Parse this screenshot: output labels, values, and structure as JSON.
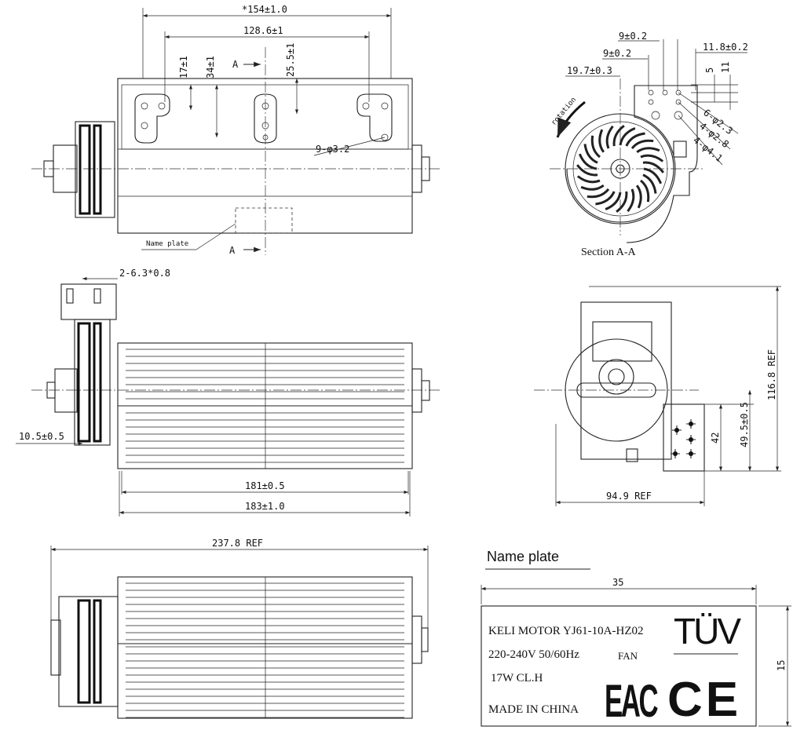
{
  "top_view": {
    "dim_overall": "*154±1.0",
    "dim_holes": "128.6±1",
    "dim_17": "17±1",
    "dim_34": "34±1",
    "dim_25": "25.5±1",
    "section_mark_top": "A",
    "section_mark_bottom": "A",
    "holes": "9-φ3.2",
    "nameplate_label": "Name plate"
  },
  "section_view": {
    "title": "Section A-A",
    "rotation": "rotation",
    "dim_9a": "9±0.2",
    "dim_9b": "9±0.2",
    "dim_11_8": "11.8±0.2",
    "dim_19_7": "19.7±0.3",
    "dim_5": "5",
    "dim_11": "11",
    "holes_23": "6-φ2.3",
    "holes_28": "4-φ2.8",
    "holes_41": "4-φ4.1"
  },
  "side_view": {
    "terminals": "2-6.3*0.8",
    "dim_10_5": "10.5±0.5",
    "dim_181": "181±0.5",
    "dim_183": "183±1.0"
  },
  "end_view": {
    "dim_116_8": "116.8 REF",
    "dim_49_5": "49.5±0.5",
    "dim_42": "42",
    "dim_94_9": "94.9 REF"
  },
  "bottom_view": {
    "dim_237_8": "237.8 REF"
  },
  "name_plate": {
    "heading": "Name plate",
    "width": "35",
    "height": "15",
    "line1": "KELI MOTOR YJ61-10A-HZ02",
    "line2": "220-240V 50/60Hz",
    "line3": "17W  CL.H",
    "line4": "MADE IN CHINA",
    "fan": "FAN",
    "logo_tuv": "TÜV",
    "logo_eac": "EAC",
    "logo_ce": "CE"
  }
}
